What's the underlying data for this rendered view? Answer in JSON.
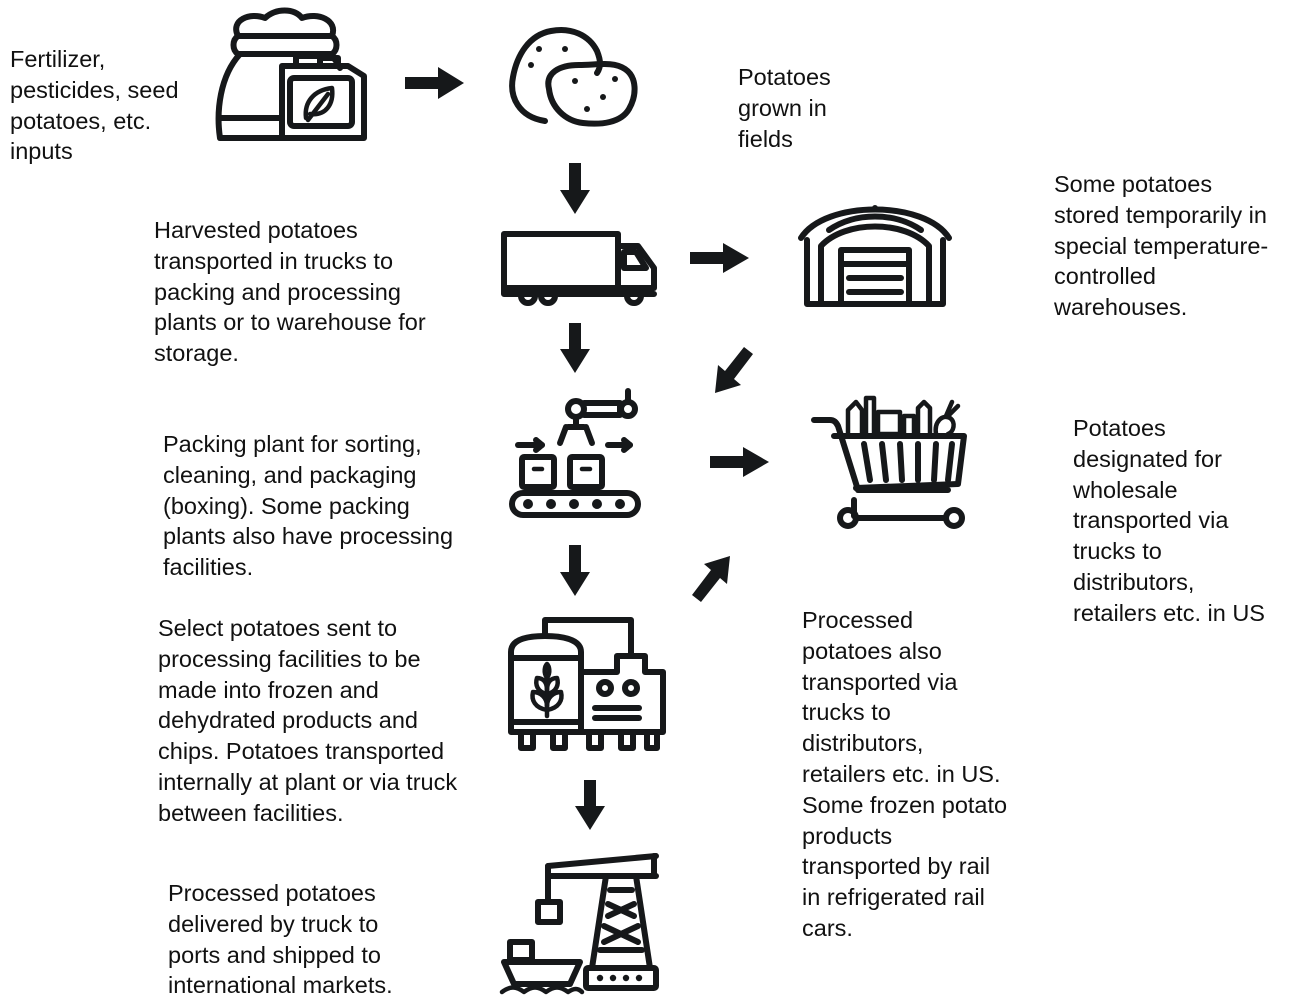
{
  "labels": {
    "inputs": "Fertilizer,\npesticides, seed\npotatoes, etc.\ninputs",
    "grown": "Potatoes\ngrown in\nfields",
    "harvested": "Harvested potatoes\ntransported in trucks to\npacking and processing\nplants or to warehouse for\nstorage.",
    "storage": "Some potatoes\nstored temporarily in\nspecial temperature-\ncontrolled\nwarehouses.",
    "packing": "Packing plant for sorting,\ncleaning, and packaging\n(boxing). Some packing\nplants also have processing\nfacilities.",
    "wholesale": "Potatoes\ndesignated for\nwholesale\ntransported via\ntrucks to\ndistributors,\nretailers etc. in US",
    "processing": "Select potatoes sent to\nprocessing facilities to be\nmade into frozen and\ndehydrated products and\nchips. Potatoes transported\ninternally at plant or via truck\nbetween facilities.",
    "processed_domestic": "Processed\npotatoes also\ntransported via\ntrucks to\ndistributors,\nretailers etc. in US.\nSome frozen potato\nproducts\ntransported by rail\nin refrigerated rail\ncars.",
    "export": "Processed potatoes\ndelivered by truck to\nports and shipped to\ninternational markets."
  },
  "icons": [
    "fertilizer-sack-icon",
    "potatoes-icon",
    "delivery-truck-icon",
    "warehouse-icon",
    "packing-conveyor-icon",
    "shopping-cart-icon",
    "processing-factory-icon",
    "port-crane-ship-icon"
  ],
  "colors": {
    "ink": "#16181a",
    "background": "#ffffff"
  }
}
